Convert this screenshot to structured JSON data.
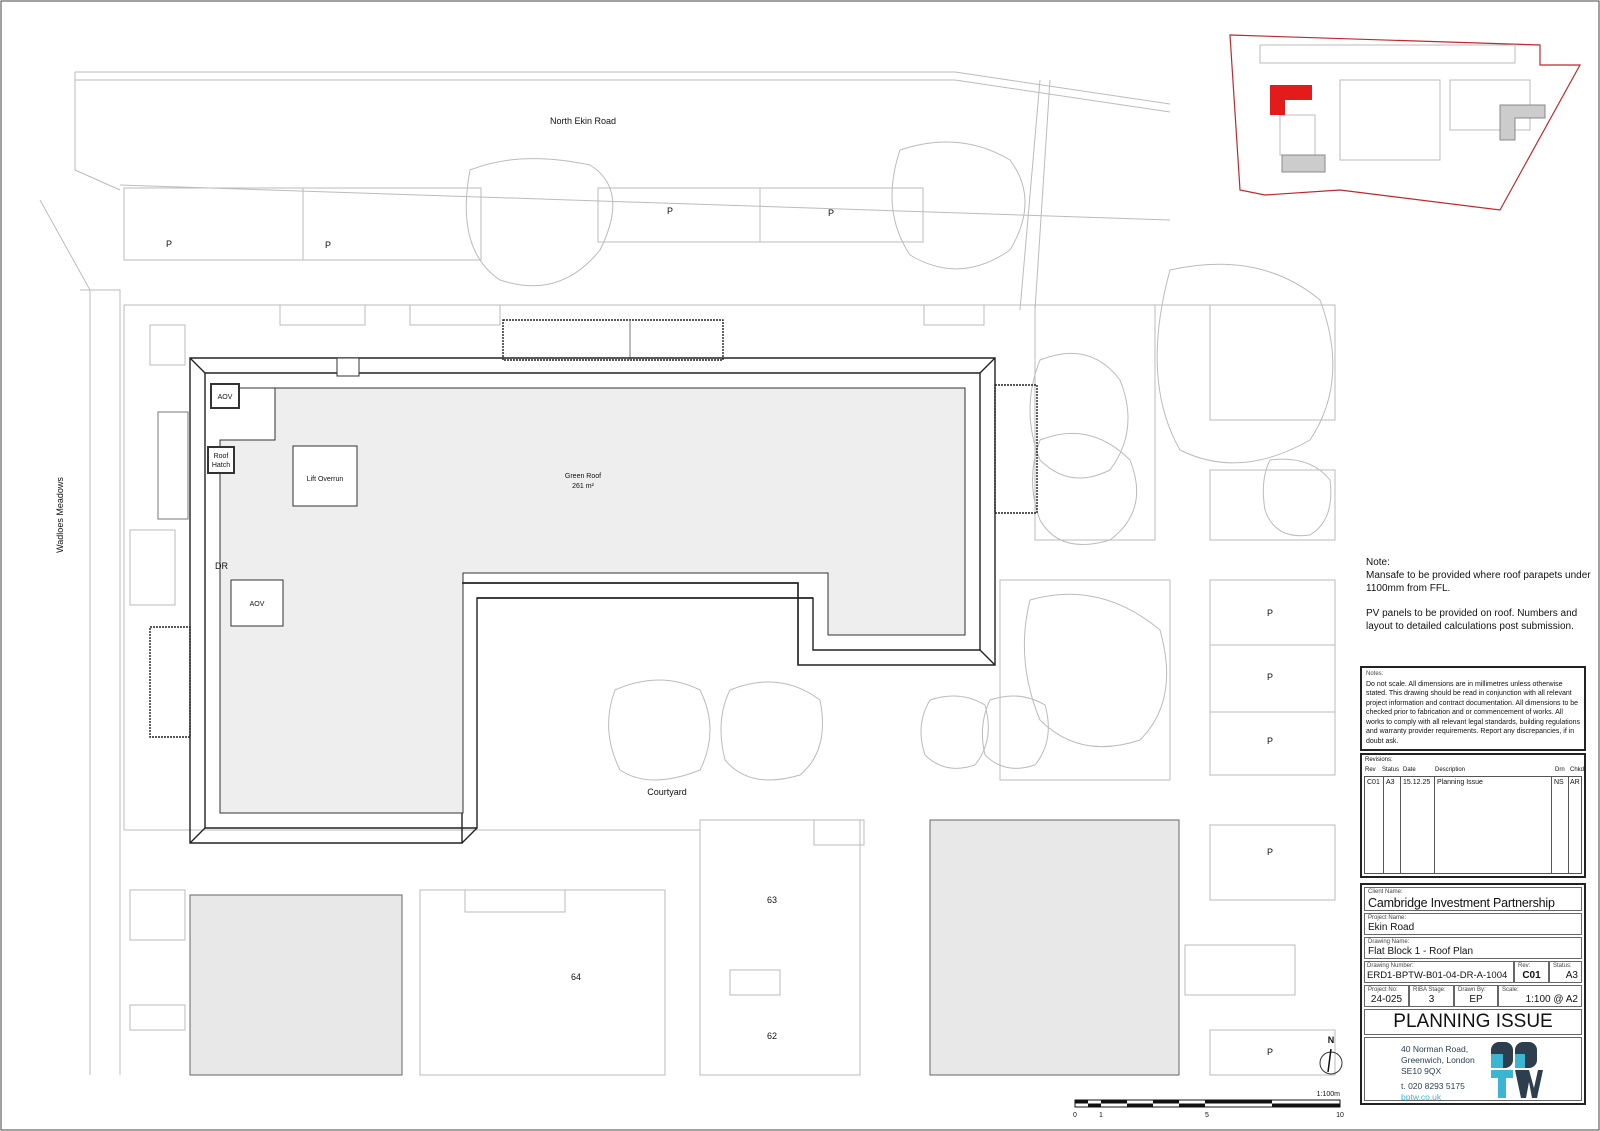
{
  "drawing": {
    "road_north": "North Ekin Road",
    "road_west": "Wadloes Meadows",
    "parking_label": "P",
    "aov_label": "AOV",
    "roof_hatch_label": [
      "Roof",
      "Hatch"
    ],
    "lift_overrun_label": "Lift Overrun",
    "green_roof_label": "Green Roof",
    "green_roof_area": "261 m²",
    "dr_label": "DR",
    "courtyard_label": "Courtyard",
    "plot_numbers": [
      "63",
      "64",
      "62"
    ],
    "north_label": "N",
    "scale_bar": {
      "unit_label": "1:100m",
      "ticks": [
        "0",
        "1",
        "5",
        "10"
      ]
    }
  },
  "key_plan": {
    "highlight_color": "#e31b1b",
    "boundary_color": "#c0282d"
  },
  "note": {
    "title": "Note:",
    "lines": [
      "Mansafe to be provided where roof parapets under 1100mm from FFL.",
      "PV panels to be provided on roof. Numbers and layout to detailed calculations post submission."
    ]
  },
  "notes_box": {
    "title": "Notes:",
    "text": "Do not scale. All dimensions are in millimetres unless otherwise stated. This drawing should be read in conjunction with all relevant project information and contract documentation. All dimensions to be checked prior to fabrication and or commencement of works. All works to comply with all relevant legal standards, building regulations and warranty provider requirements. Report any discrepancies, if in doubt ask."
  },
  "revisions": {
    "title": "Revisions:",
    "headers": {
      "rev": "Rev",
      "status": "Status",
      "date": "Date",
      "description": "Description",
      "drn": "Drn",
      "chkd": "Chkd"
    },
    "rows": [
      {
        "rev": "C01",
        "status": "A3",
        "date": "15.12.25",
        "description": "Planning Issue",
        "drn": "NS",
        "chkd": "AR"
      }
    ]
  },
  "title_block": {
    "client_caption": "Client Name:",
    "client": "Cambridge Investment Partnership",
    "project_caption": "Project Name:",
    "project": "Ekin Road",
    "drawing_name_caption": "Drawing Name:",
    "drawing_name": "Flat Block 1 - Roof Plan",
    "drawing_number_caption": "Drawing Number:",
    "drawing_number": "ERD1-BPTW-B01-04-DR-A-1004",
    "rev_caption": "Rev:",
    "rev": "C01",
    "status_caption": "Status:",
    "status": "A3",
    "project_no_caption": "Project No:",
    "project_no": "24-025",
    "riba_caption": "RIBA Stage:",
    "riba": "3",
    "drawn_by_caption": "Drawn By:",
    "drawn_by": "EP",
    "scale_caption": "Scale:",
    "scale": "1:100 @ A2",
    "issue": "PLANNING ISSUE",
    "address": [
      "40 Norman Road,",
      "Greenwich, London",
      "SE10 9QX"
    ],
    "phone": "t. 020 8293 5175",
    "web": "bptw.co.uk",
    "logo_text": "BPTW",
    "logo_colors": {
      "dark": "#2d3e4f",
      "light": "#3cb5d3"
    }
  }
}
